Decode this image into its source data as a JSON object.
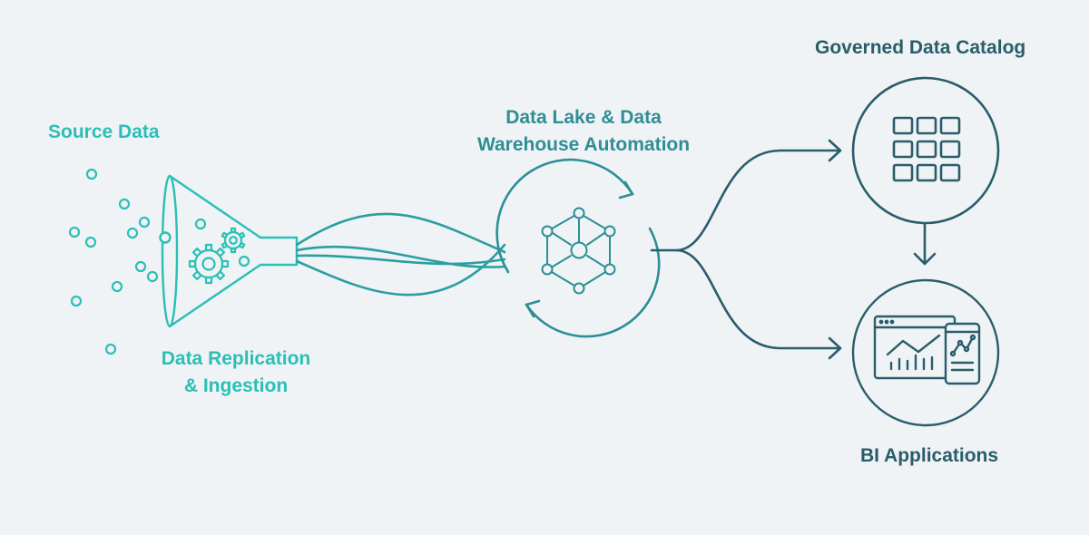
{
  "labels": {
    "source": "Source Data",
    "replication": {
      "line1": "Data Replication",
      "line2": "& Ingestion"
    },
    "lake": {
      "line1": "Data Lake & Data",
      "line2": "Warehouse Automation"
    },
    "catalog": "Governed Data Catalog",
    "bi": "BI Applications"
  },
  "colors": {
    "background": "#eff3f6",
    "teal": "#2bbfb5",
    "mid_teal": "#2b9ea0",
    "dark_teal": "#295d6a"
  },
  "icons": [
    "source-dots-icon",
    "funnel-icon",
    "gears-icon",
    "data-streams-icon",
    "cycle-arrows-icon",
    "network-hub-icon",
    "branch-arrows-icon",
    "catalog-grid-icon",
    "down-arrow-icon",
    "dashboard-icon",
    "mobile-chart-icon"
  ]
}
